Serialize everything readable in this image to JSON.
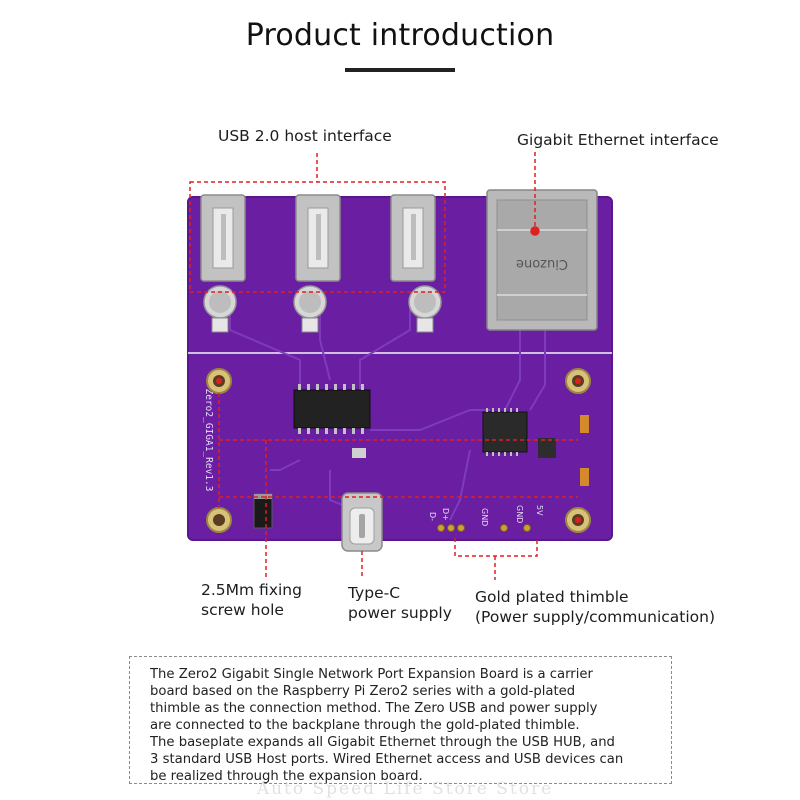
{
  "title": "Product introduction",
  "labels": {
    "usb_host": "USB 2.0 host interface",
    "ethernet": "Gigabit Ethernet interface",
    "screw_hole": [
      "2.5Mm fixing",
      "screw hole"
    ],
    "type_c": [
      "Type-C",
      "power supply"
    ],
    "thimble": [
      "Gold plated thimble",
      "(Power supply/communication)"
    ]
  },
  "board": {
    "silkscreen_name": "Zero2_GIGA1_Rev1.3",
    "rj45_brand": "Ciuzone",
    "pin_labels": [
      "5V",
      "GND",
      "GND",
      "D+",
      "D-"
    ]
  },
  "colors": {
    "pcb": "#6a1fa3",
    "pcb_edge": "#5a168e",
    "annotation": "#e02020",
    "gold": "#c9a235",
    "metal": "#b9b9b9"
  },
  "description": [
    "The Zero2 Gigabit Single Network Port Expansion Board is a carrier",
    "board based on the Raspberry Pi Zero2 series with a gold-plated",
    "thimble as the connection method. The Zero USB and power supply",
    "are connected to the backplane through the gold-plated thimble.",
    "The baseplate expands all Gigabit Ethernet through the USB HUB, and",
    "3 standard USB Host ports. Wired Ethernet access and USB devices can",
    "be realized through the expansion board."
  ],
  "watermark": "Auto Speed Life Store Store"
}
